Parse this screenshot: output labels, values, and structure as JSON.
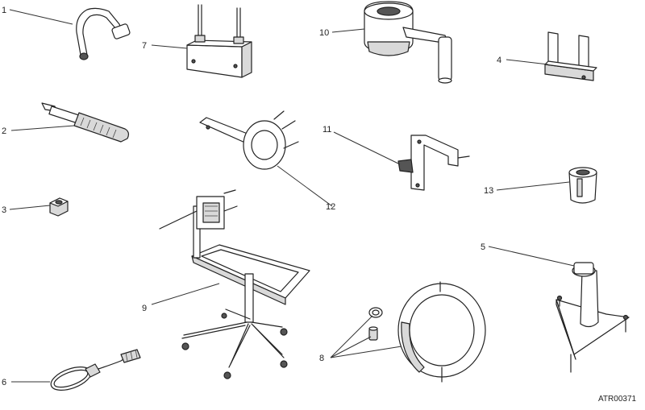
{
  "diagram": {
    "reference_code": "ATR00371",
    "callouts": [
      {
        "id": "c1",
        "label": "1"
      },
      {
        "id": "c2",
        "label": "2"
      },
      {
        "id": "c3",
        "label": "3"
      },
      {
        "id": "c4",
        "label": "4"
      },
      {
        "id": "c5",
        "label": "5"
      },
      {
        "id": "c6",
        "label": "6"
      },
      {
        "id": "c7",
        "label": "7"
      },
      {
        "id": "c8",
        "label": "8"
      },
      {
        "id": "c9",
        "label": "9"
      },
      {
        "id": "c10",
        "label": "10"
      },
      {
        "id": "c11",
        "label": "11"
      },
      {
        "id": "c12",
        "label": "12"
      },
      {
        "id": "c13",
        "label": "13"
      }
    ]
  }
}
